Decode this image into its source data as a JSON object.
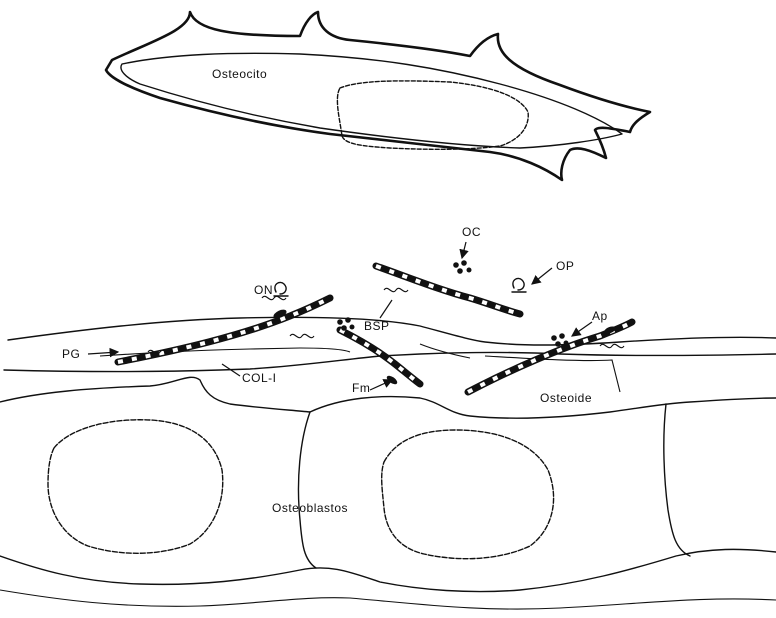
{
  "labels": {
    "osteocito": "Osteocito",
    "oc": "OC",
    "op": "OP",
    "on": "ON",
    "bsp": "BSP",
    "ap": "Ap",
    "pg": "PG",
    "col1": "COL-I",
    "fm": "Fm",
    "osteoide": "Osteoide",
    "osteoblastos": "Osteoblastos"
  }
}
